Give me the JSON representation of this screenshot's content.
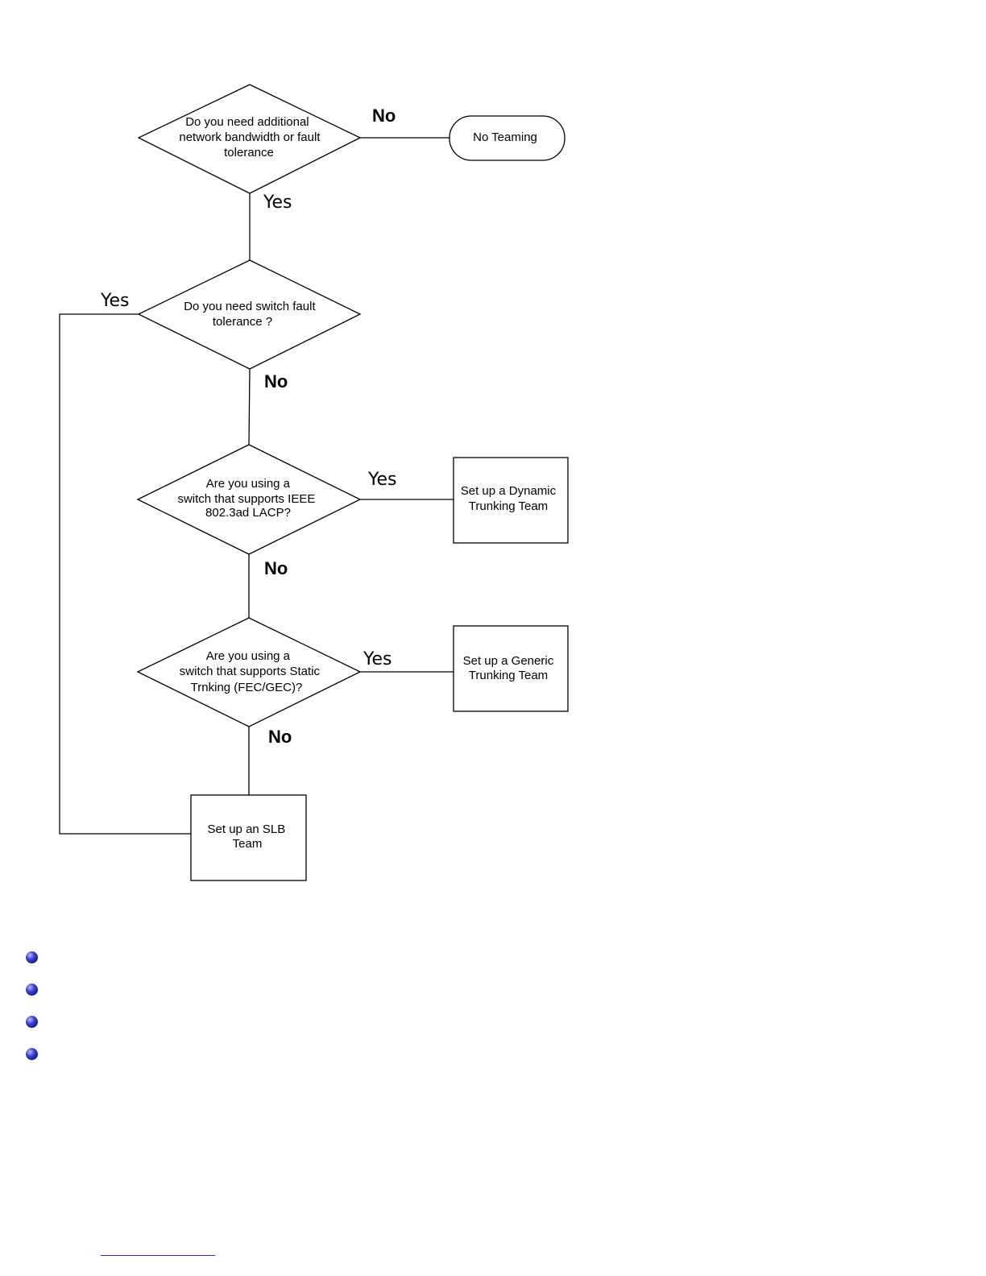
{
  "flowchart": {
    "decisions": {
      "bandwidth": [
        "Do you need additional",
        "network  bandwidth or fault",
        "tolerance"
      ],
      "switch_fault": [
        "Do you need switch fault",
        "tolerance ?"
      ],
      "lacp": [
        "Are you using a",
        "switch that supports IEEE",
        "802.3ad LACP?"
      ],
      "static": [
        "Are you using a",
        "switch that supports Static",
        "Trnking (FEC/GEC)?"
      ]
    },
    "outcomes": {
      "no_teaming": "No Teaming",
      "dynamic": [
        "Set up a Dynamic",
        "Trunking Team"
      ],
      "generic": [
        "Set up a Generic",
        "Trunking Team"
      ],
      "slb": [
        "Set up an SLB",
        "Team"
      ]
    },
    "labels": {
      "no_1": "No",
      "yes_1": "Yes",
      "yes_2": "Yes",
      "no_2": "No",
      "yes_3": "Yes",
      "no_3": "No",
      "yes_4": "Yes",
      "no_4": "No"
    }
  },
  "bullets": [
    "",
    "",
    "",
    ""
  ],
  "footer_link": ""
}
